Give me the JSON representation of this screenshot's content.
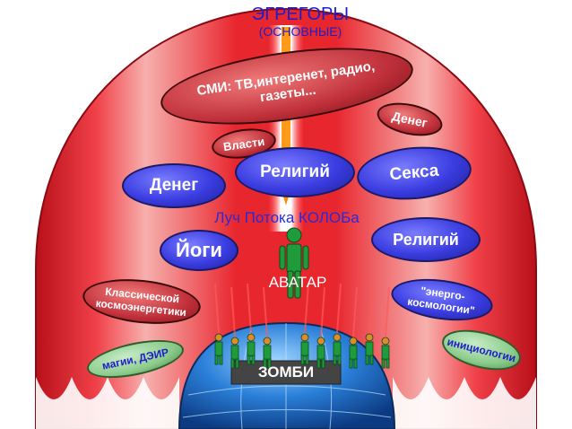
{
  "title": "ЭГРЕГОРЫ",
  "subtitle": "(ОСНОВНЫЕ)",
  "ray_label": "Луч Потока КОЛОБа",
  "avatar_label": "АВАТАР",
  "zombie_label": "ЗОМБИ",
  "ovals": {
    "media": "СМИ: ТВ,интеренет, радио, газеты...",
    "money_top": "Денег",
    "power": "Власти",
    "religion_top": "Религий",
    "sex": "Секса",
    "money_left": "Денег",
    "yoga": "Йоги",
    "religion_right": "Религий",
    "classic_cosmo": "Классической космоэнергетики",
    "energo_cosmo": "\"энерго-космологии\"",
    "magic": "магии, ДЭИР",
    "initiology": "инициологии"
  },
  "colors": {
    "dome_red": "#e8262e",
    "dome_pink": "#f7b9b6",
    "globe_blue": "#2a7fd8",
    "figure_green": "#1f9b3b",
    "oval_blue": "#3a3ce0",
    "oval_red": "#c0303a",
    "oval_green": "#8acb8a",
    "text_blue": "#1e1ec8"
  }
}
